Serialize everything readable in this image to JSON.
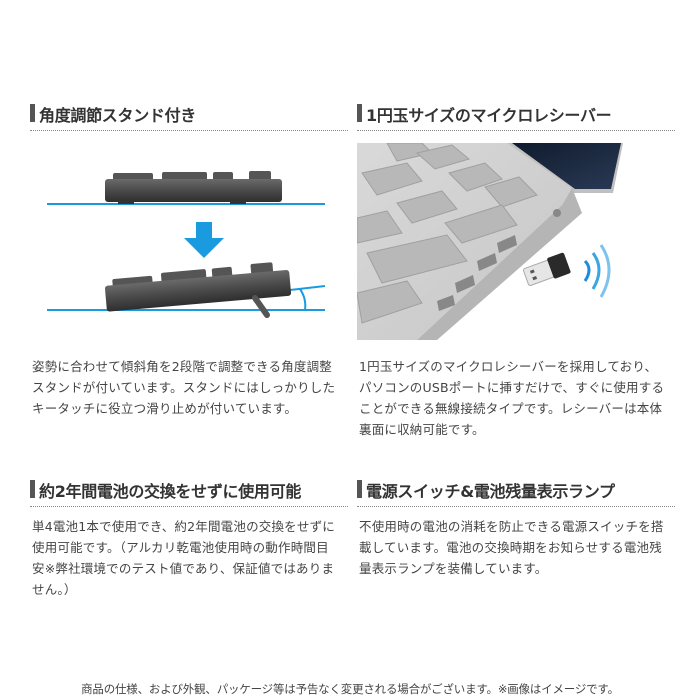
{
  "sections": [
    {
      "title": "角度調節スタンド付き",
      "body": "姿勢に合わせて傾斜角を2段階で調整できる角度調整スタンドが付いています。スタンドにはしっかりしたキータッチに役立つ滑り止めが付いています。",
      "figure": "keyboard-angle-illustration"
    },
    {
      "title": "1円玉サイズのマイクロレシーバー",
      "body": "1円玉サイズのマイクロレシーバーを採用しており、パソコンのUSBポートに挿すだけで、すぐに使用することができる無線接続タイプです。レシーバーは本体裏面に収納可能です。",
      "figure": "usb-receiver-in-laptop-photo"
    },
    {
      "title": "約2年間電池の交換をせずに使用可能",
      "body": "単4電池1本で使用でき、約2年間電池の交換をせずに使用可能です。（アルカリ乾電池使用時の動作時間目安※弊社環境でのテスト値であり、保証値ではありません。）"
    },
    {
      "title": "電源スイッチ&電池残量表示ランプ",
      "body": "不使用時の電池の消耗を防止できる電源スイッチを搭載しています。電池の交換時期をお知らせする電池残量表示ランプを装備しています。"
    }
  ],
  "footer": {
    "note": "商品の仕様、および外観、パッケージ等は予告なく変更される場合がございます。※画像はイメージです。"
  },
  "colors": {
    "heading_bar": "#555555",
    "accent_blue": "#1a9be0",
    "keyboard_gray": "#555555"
  }
}
